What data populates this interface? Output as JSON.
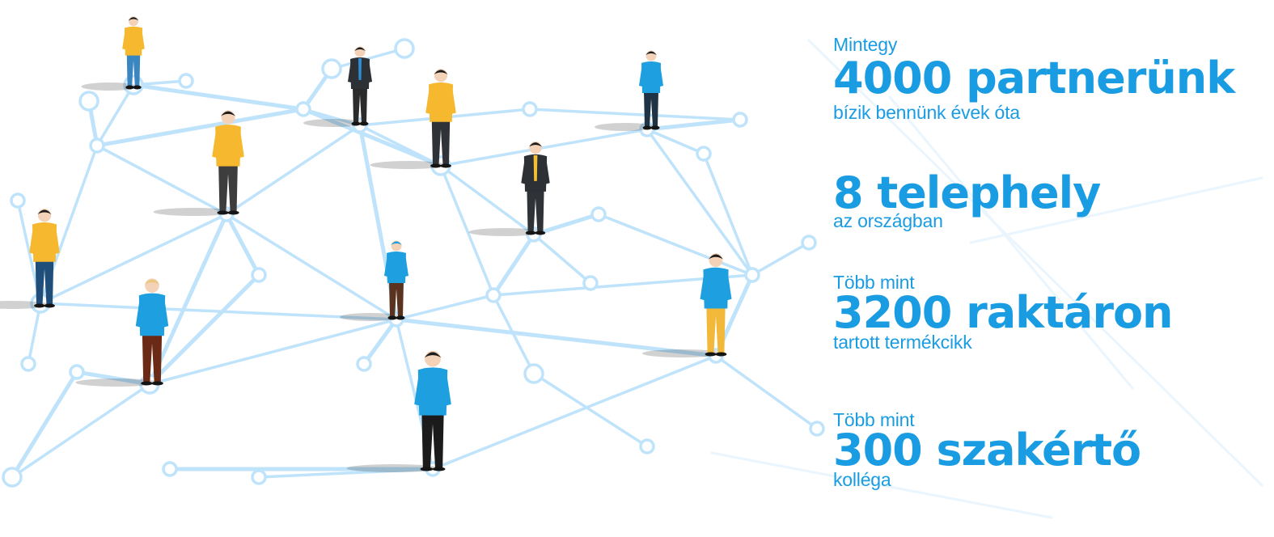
{
  "stats": [
    {
      "lead": "Mintegy",
      "headline": "4000 partnerünk",
      "sub": "bízik bennünk évek óta"
    },
    {
      "lead": "",
      "headline": "8 telephely",
      "sub": "az országban"
    },
    {
      "lead": "Több mint",
      "headline": "3200 raktáron",
      "sub": "tartott termékcikk"
    },
    {
      "lead": "Több mint",
      "headline": "300 szakértő",
      "sub": "kolléga"
    }
  ],
  "colors": {
    "accent": "#1a9ce3",
    "network_line": "#bfe3fa",
    "shirt_yellow": "#f5b82e",
    "shirt_blue": "#1ea0e0",
    "suit_dark": "#2d3136"
  },
  "illustration": {
    "people": [
      {
        "role": "man-yellow-shirt",
        "shirt": "yellow"
      },
      {
        "role": "man-dark-suit",
        "shirt": "suit"
      },
      {
        "role": "man-yellow-shirt-bag",
        "shirt": "yellow"
      },
      {
        "role": "woman-blue-shirt-bag",
        "shirt": "blue"
      },
      {
        "role": "man-yellow-jacket",
        "shirt": "yellow"
      },
      {
        "role": "man-navy-suit",
        "shirt": "suit"
      },
      {
        "role": "woman-yellow-shirt",
        "shirt": "yellow"
      },
      {
        "role": "worker-blue-cap",
        "shirt": "blue"
      },
      {
        "role": "woman-blue-coat-phone",
        "shirt": "blue"
      },
      {
        "role": "man-blond-blue-shirt",
        "shirt": "blue"
      },
      {
        "role": "man-blue-shirt",
        "shirt": "blue"
      }
    ]
  }
}
